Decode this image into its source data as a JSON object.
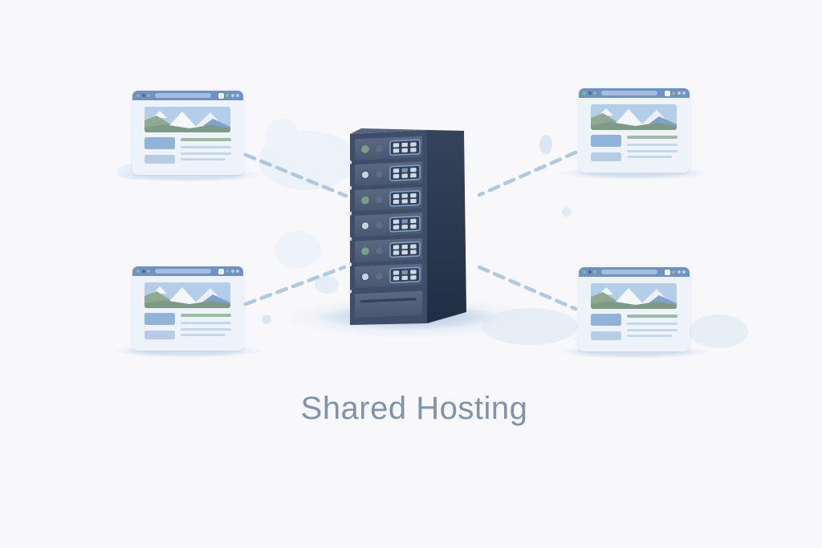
{
  "title": {
    "text": "Shared Hosting"
  },
  "colors": {
    "background": "#f8f7fa",
    "title_text": "#7e93ad",
    "connection_line": "#a9c4dd",
    "window_titlebar": "#6d92c3",
    "window_body": "#eef3f9",
    "address_bar": "#a6bddd",
    "accent_green": "#93b691",
    "hero_sky": "#b4cde9",
    "hero_mountain": "#f4f8fb",
    "hero_hill_green": "#90aa92",
    "hero_ridge_blue": "#7fa2c8",
    "content_block_blue": "#90b3da",
    "text_line_blue": "#c4d7eb",
    "text_line_green": "#9cbda1",
    "server_front": "#3f4e68",
    "server_side": "#2a3750",
    "server_unit": "#4f5e78",
    "server_led_green": "#7c9e86",
    "server_led_gray": "#5e6f86",
    "server_vent": "#ccd9e7",
    "server_panel_border": "#7ea2cb",
    "shadow": "#d8e3f0"
  },
  "diagram": {
    "label": "Shared Hosting",
    "server": {
      "id": "shared-server",
      "rack_units": 6,
      "leds_per_unit": 2,
      "vent_rows": 2,
      "vent_columns": 3
    },
    "websites": [
      {
        "id": "website-top-left",
        "position": "top-left"
      },
      {
        "id": "website-top-right",
        "position": "top-right"
      },
      {
        "id": "website-bottom-left",
        "position": "bottom-left"
      },
      {
        "id": "website-bottom-right",
        "position": "bottom-right"
      }
    ],
    "connections": [
      {
        "from": "website-top-left",
        "to": "shared-server",
        "style": "dashed"
      },
      {
        "from": "website-top-right",
        "to": "shared-server",
        "style": "dashed"
      },
      {
        "from": "website-bottom-left",
        "to": "shared-server",
        "style": "dashed"
      },
      {
        "from": "website-bottom-right",
        "to": "shared-server",
        "style": "dashed"
      }
    ]
  }
}
